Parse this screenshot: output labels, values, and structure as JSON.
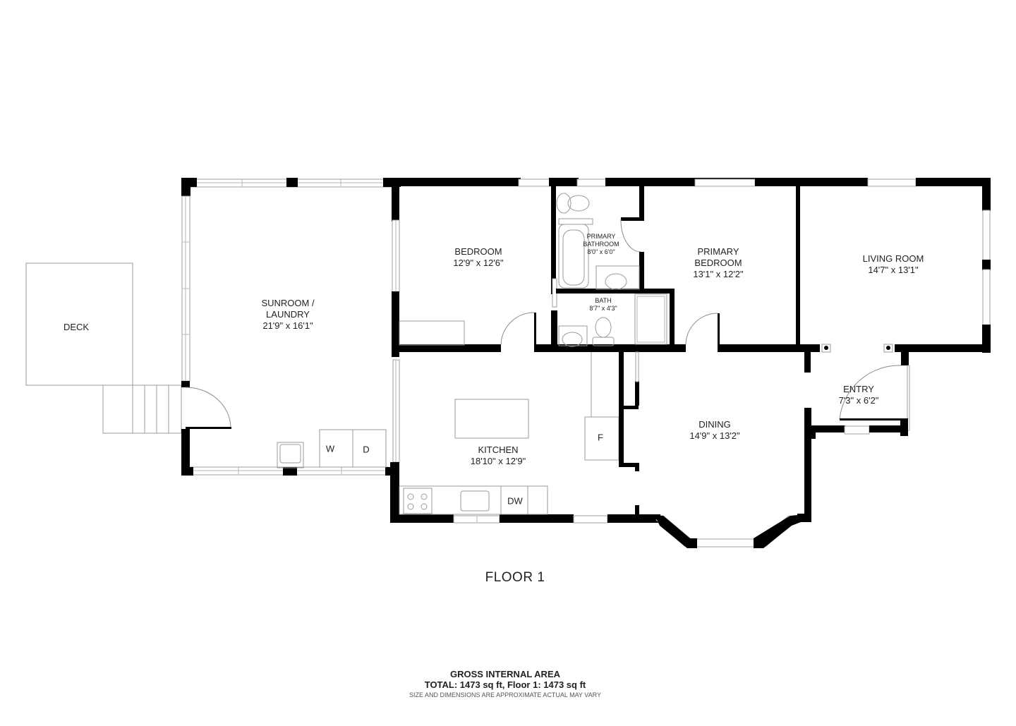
{
  "floor": {
    "title": "FLOOR 1"
  },
  "rooms": [
    {
      "id": "deck",
      "name": "DECK",
      "dims": ""
    },
    {
      "id": "sunroom",
      "name": "SUNROOM /",
      "name2": "LAUNDRY",
      "dims": "21'9\" x 16'1\""
    },
    {
      "id": "bedroom",
      "name": "BEDROOM",
      "dims": "12'9\" x 12'6\""
    },
    {
      "id": "primary_bathroom",
      "name": "PRIMARY",
      "name2": "BATHROOM",
      "dims": "8'0\" x 6'0\""
    },
    {
      "id": "bath",
      "name": "BATH",
      "dims": "8'7\" x 4'3\""
    },
    {
      "id": "primary_bedroom",
      "name": "PRIMARY",
      "name2": "BEDROOM",
      "dims": "13'1\" x 12'2\""
    },
    {
      "id": "living_room",
      "name": "LIVING ROOM",
      "dims": "14'7\" x 13'1\""
    },
    {
      "id": "entry",
      "name": "ENTRY",
      "dims": "7'3\" x 6'2\""
    },
    {
      "id": "kitchen",
      "name": "KITCHEN",
      "dims": "18'10\" x 12'9\""
    },
    {
      "id": "dining",
      "name": "DINING",
      "dims": "14'9\" x 13'2\""
    }
  ],
  "appliances": {
    "washer": "W",
    "dryer": "D",
    "dishwasher": "DW",
    "fridge": "F"
  },
  "footer": {
    "heading": "GROSS INTERNAL AREA",
    "total": "TOTAL: 1473 sq ft, Floor 1: 1473 sq ft",
    "note": "SIZE AND DIMENSIONS ARE APPROXIMATE ACTUAL MAY VARY"
  }
}
